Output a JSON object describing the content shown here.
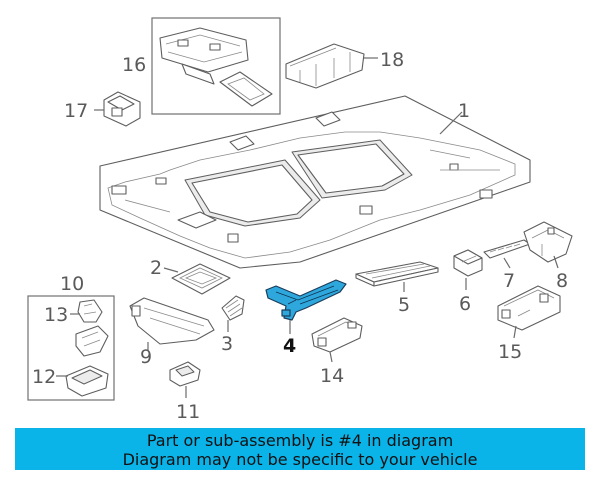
{
  "diagram": {
    "callouts": [
      "1",
      "2",
      "3",
      "4",
      "5",
      "6",
      "7",
      "8",
      "9",
      "10",
      "11",
      "12",
      "13",
      "14",
      "15",
      "16",
      "17",
      "18"
    ],
    "highlighted": "4"
  },
  "banner": {
    "line1": "Part or sub-assembly is #4 in diagram",
    "line2": "Diagram may not be specific to your vehicle"
  },
  "colors": {
    "banner": "#0ab3e8",
    "highlight_part": "#2ea8dc"
  }
}
